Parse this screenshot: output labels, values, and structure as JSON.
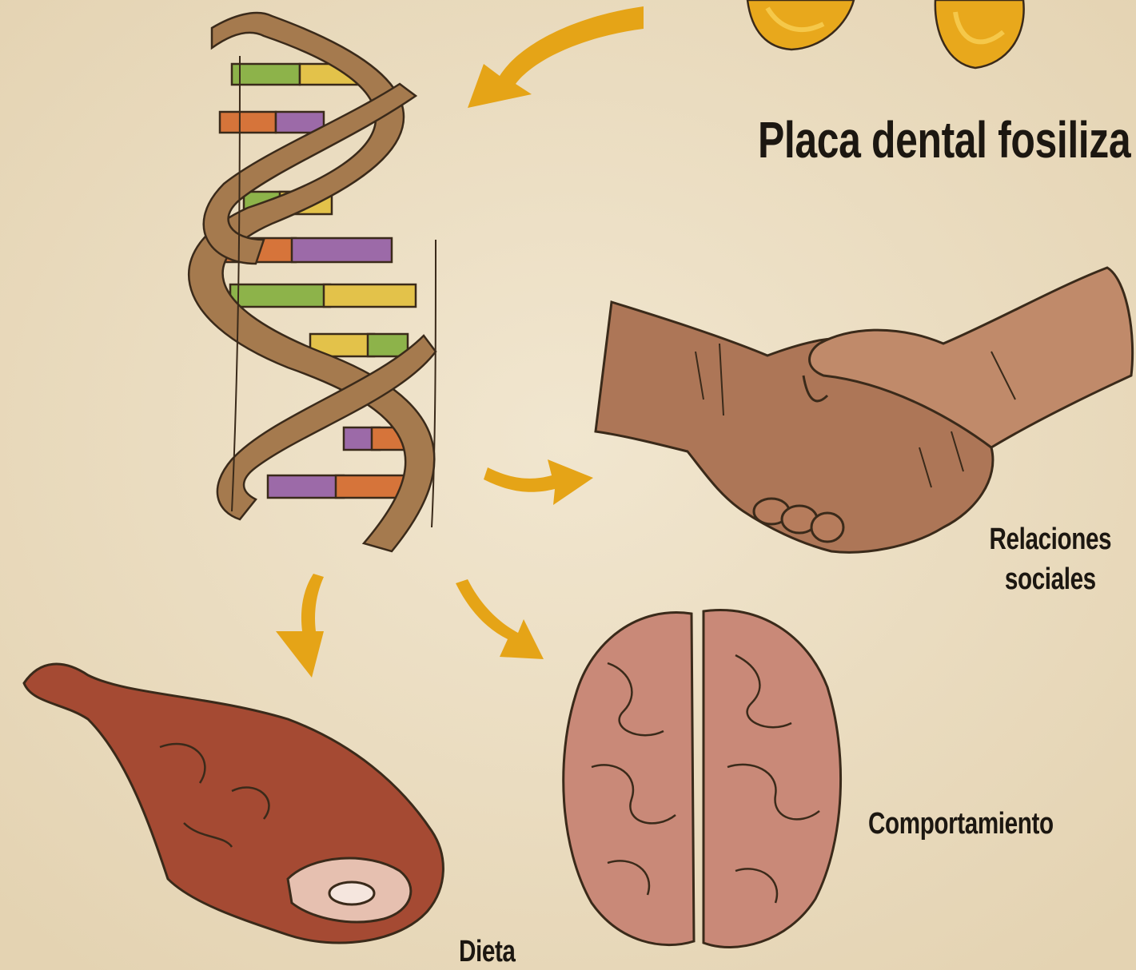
{
  "title": "Placa dental fosiliza",
  "labels": {
    "social_line1": "Relaciones",
    "social_line2": "sociales",
    "behavior": "Comportamiento",
    "diet": "Dieta"
  },
  "icons": [
    "tooth-icon",
    "dna-icon",
    "handshake-icon",
    "brain-icon",
    "meat-leg-icon"
  ],
  "colors": {
    "background": "#ede0c6",
    "arrow": "#e5a417",
    "dna_strand": "#a57a4e",
    "base_green": "#8db34a",
    "base_yellow": "#e3c24a",
    "base_orange": "#d6743a",
    "base_purple": "#9c6aa8",
    "skin": "#b0785a",
    "brain": "#c98978",
    "meat": "#a54a33"
  }
}
